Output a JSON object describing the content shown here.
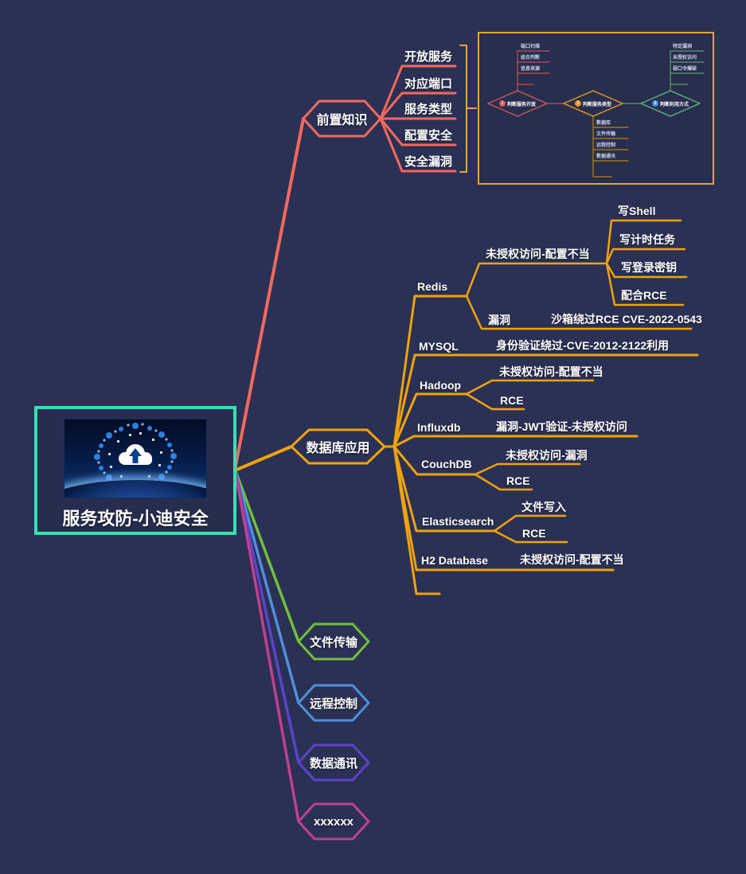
{
  "root": {
    "title": "服务攻防-小迪安全"
  },
  "colors": {
    "background": "#2b3154",
    "root_border": "#35e0b5",
    "qianzhi": "#f4695c",
    "database": "#f0a30a",
    "file_transfer": "#72bf3c",
    "remote_control": "#4e8fdd",
    "data_comm": "#5b44c9",
    "xxxxxx": "#c0408f",
    "bracket": "#e8a33d"
  },
  "branch_qz": {
    "label": "前置知识",
    "children": [
      "开放服务",
      "对应端口",
      "服务类型",
      "配置安全",
      "安全漏洞"
    ]
  },
  "branch_db": {
    "label": "数据库应用",
    "redis": {
      "label": "Redis",
      "unauth": {
        "label": "未授权访问-配置不当",
        "children": [
          "写Shell",
          "写计时任务",
          "写登录密钥",
          "配合RCE"
        ]
      },
      "vuln": {
        "label": "漏洞",
        "child": "沙箱绕过RCE CVE-2022-0543"
      }
    },
    "mysql": {
      "label": "MYSQL",
      "child": "身份验证绕过-CVE-2012-2122利用"
    },
    "hadoop": {
      "label": "Hadoop",
      "children": [
        "未授权访问-配置不当",
        "RCE"
      ]
    },
    "influxdb": {
      "label": "Influxdb",
      "child": "漏洞-JWT验证-未授权访问"
    },
    "couchdb": {
      "label": "CouchDB",
      "children": [
        "未授权访问-漏洞",
        "RCE"
      ]
    },
    "es": {
      "label": "Elasticsearch",
      "children": [
        "文件写入",
        "RCE"
      ]
    },
    "h2": {
      "label": "H2 Database",
      "child": "未授权访问-配置不当"
    }
  },
  "branch_file": {
    "label": "文件传输"
  },
  "branch_remote": {
    "label": "远程控制"
  },
  "branch_comm": {
    "label": "数据通讯"
  },
  "branch_x": {
    "label": "xxxxxx"
  },
  "minimap": {
    "d1": {
      "num": "1",
      "label": "判断服务开放",
      "children": [
        "端口扫描",
        "组合判断",
        "信息来源"
      ]
    },
    "d2": {
      "num": "2",
      "label": "判断服务类型",
      "children": [
        "数据库",
        "文件传输",
        "远程控制",
        "数据通讯"
      ]
    },
    "d3": {
      "num": "3",
      "label": "判断利用方式",
      "children": [
        "特定漏洞",
        "未授权访问",
        "弱口令爆破"
      ]
    }
  }
}
